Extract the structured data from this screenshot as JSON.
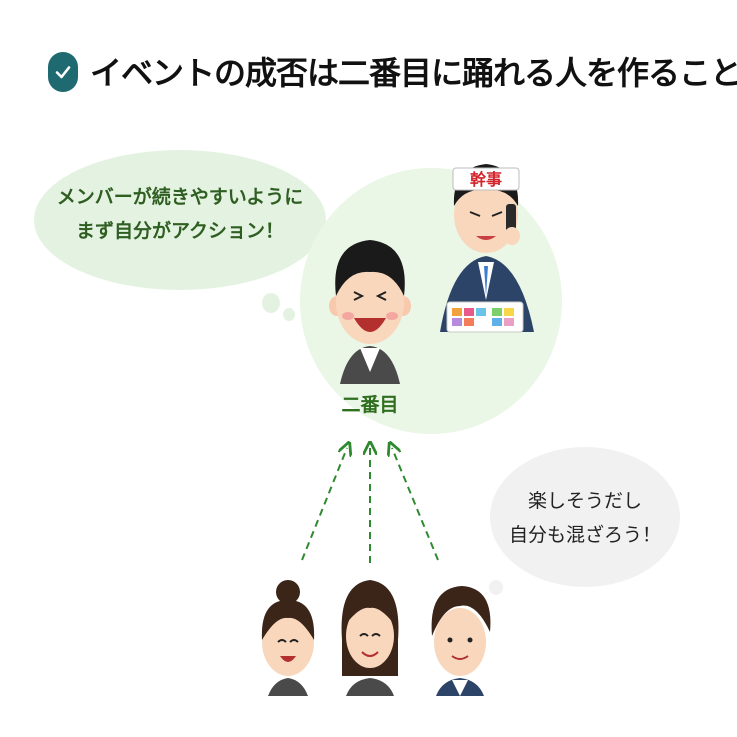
{
  "title": "イベントの成否は二番目に踊れる人を作ること",
  "icons": {
    "title_badge": "check-icon"
  },
  "colors": {
    "badge": "#1f6a70",
    "bubble_green": "#e4f3e1",
    "bubble_gray": "#f1f1f1",
    "arrow": "#2f8a2f",
    "label_green": "#2f6d1f"
  },
  "left_bubble": {
    "text": "メンバーが続きやすいように\nまず自分がアクション！"
  },
  "second_person": {
    "label": "二番目"
  },
  "organizer": {
    "headband": "幹事"
  },
  "right_bubble": {
    "text": "楽しそうだし\n自分も混ざろう！"
  }
}
